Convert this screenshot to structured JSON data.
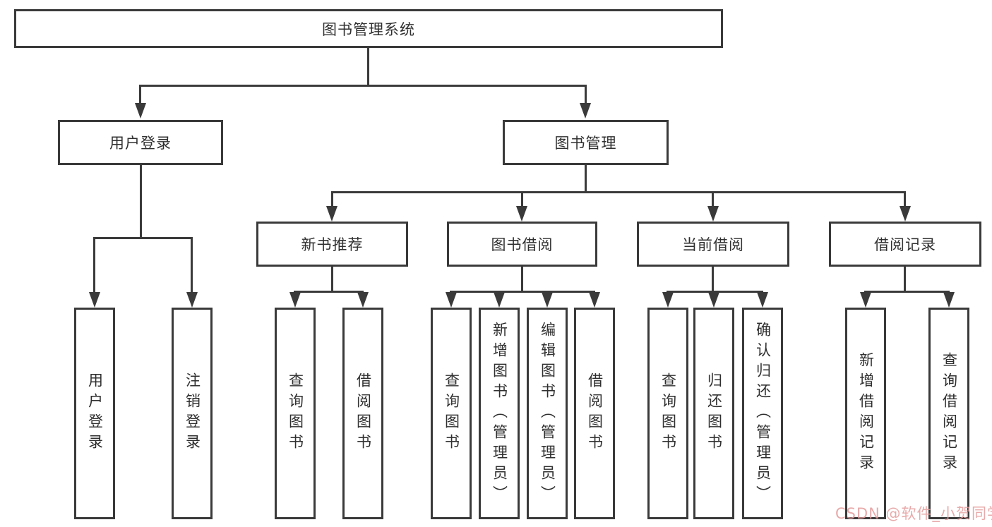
{
  "diagram": {
    "root": {
      "label": "图书管理系统"
    },
    "level2": {
      "user_login": {
        "label": "用户登录"
      },
      "book_mgmt": {
        "label": "图书管理"
      }
    },
    "level3": {
      "new_books": {
        "label": "新书推荐"
      },
      "book_borrow": {
        "label": "图书借阅"
      },
      "current_borrow": {
        "label": "当前借阅"
      },
      "borrow_records": {
        "label": "借阅记录"
      }
    },
    "leaves": {
      "user_login": [
        "用户登录",
        "注销登录"
      ],
      "new_books": [
        "查询图书",
        "借阅图书"
      ],
      "book_borrow": [
        "查询图书",
        "新增图书（管理员）",
        "编辑图书（管理员）",
        "借阅图书"
      ],
      "current_borrow": [
        "查询图书",
        "归还图书",
        "确认归还（管理员）"
      ],
      "borrow_records": [
        "新增借阅记录",
        "查询借阅记录"
      ]
    }
  },
  "watermark": {
    "text": "CSDN @软件_小贺同学",
    "color": "#e59c9c"
  },
  "colors": {
    "line": "#3a3a3a",
    "text": "#2f2f2f",
    "background": "#ffffff"
  }
}
